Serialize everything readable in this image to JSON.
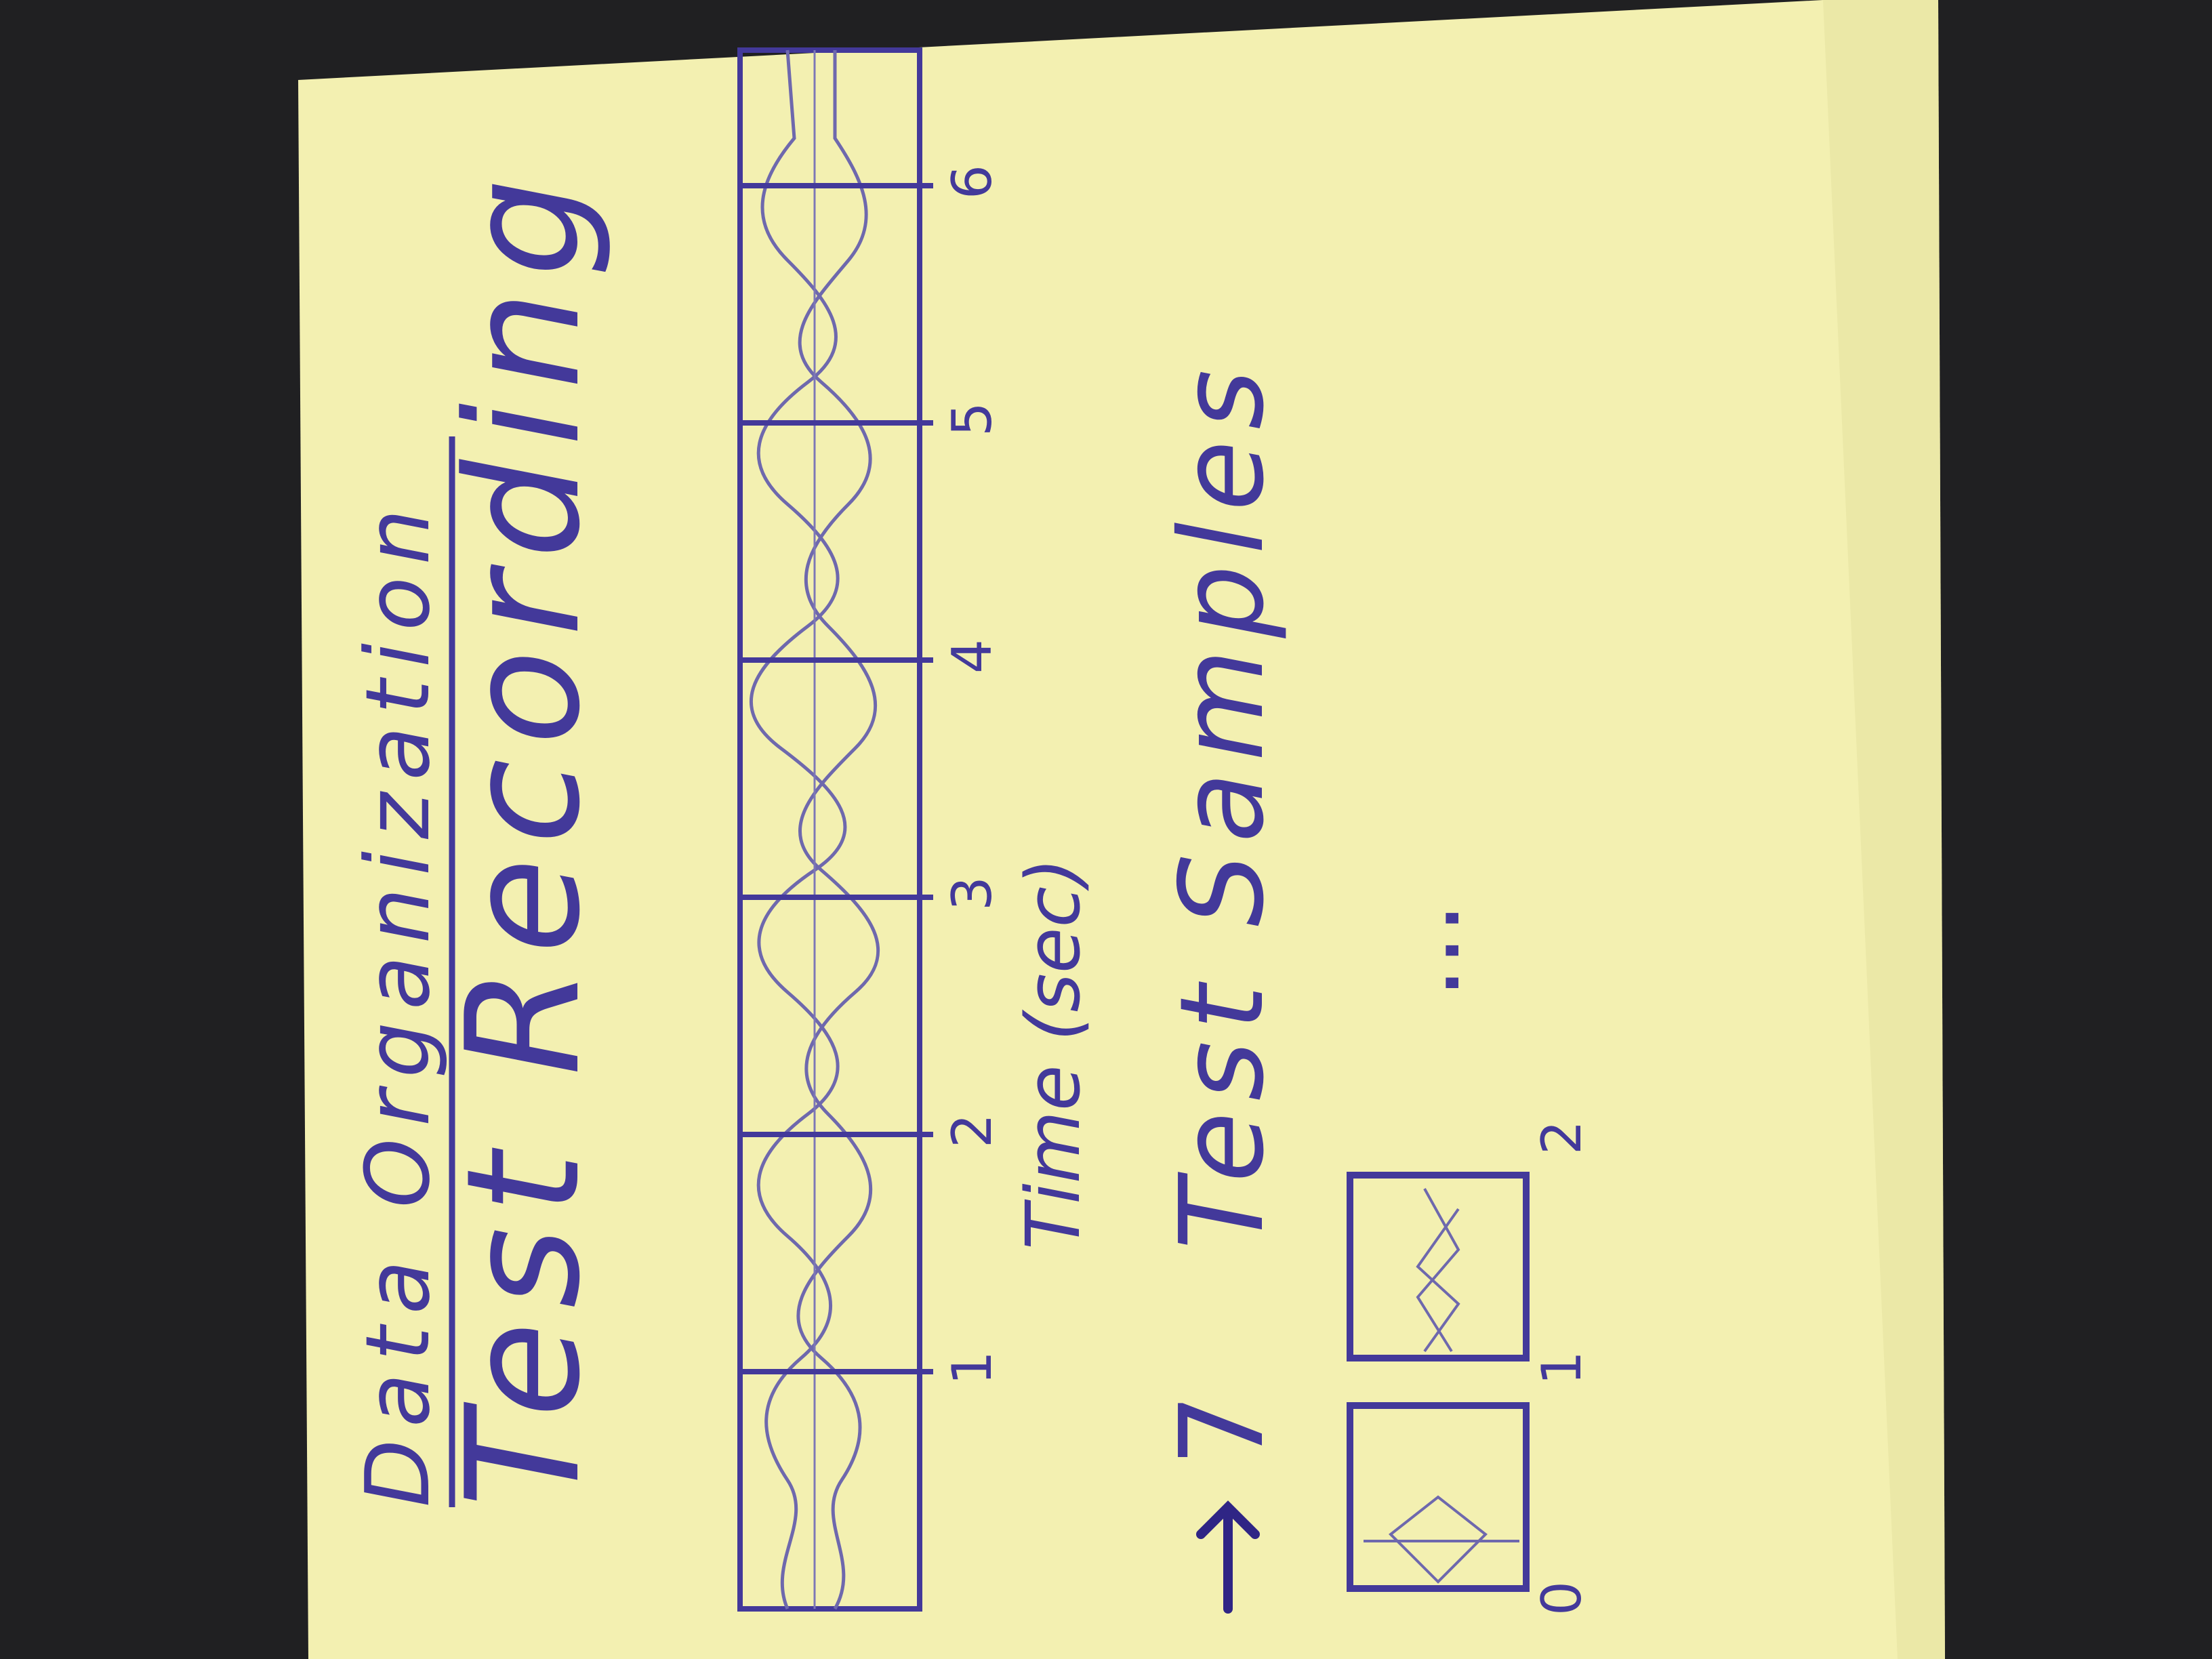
{
  "note": {
    "heading": "Data Organization",
    "title": "Test Recording",
    "axis_label": "Time (sec)",
    "ticks": [
      "1",
      "2",
      "3",
      "4",
      "5",
      "6"
    ],
    "samples_label": "Test Samples",
    "samples_arrow_label": "7",
    "ellipsis": "...",
    "sample_indices": [
      "0",
      "1",
      "2"
    ]
  },
  "colors": {
    "background": "#202022",
    "paper": "#f3f0b1",
    "ink": "#43399a",
    "ink_light": "#6e68ad"
  }
}
